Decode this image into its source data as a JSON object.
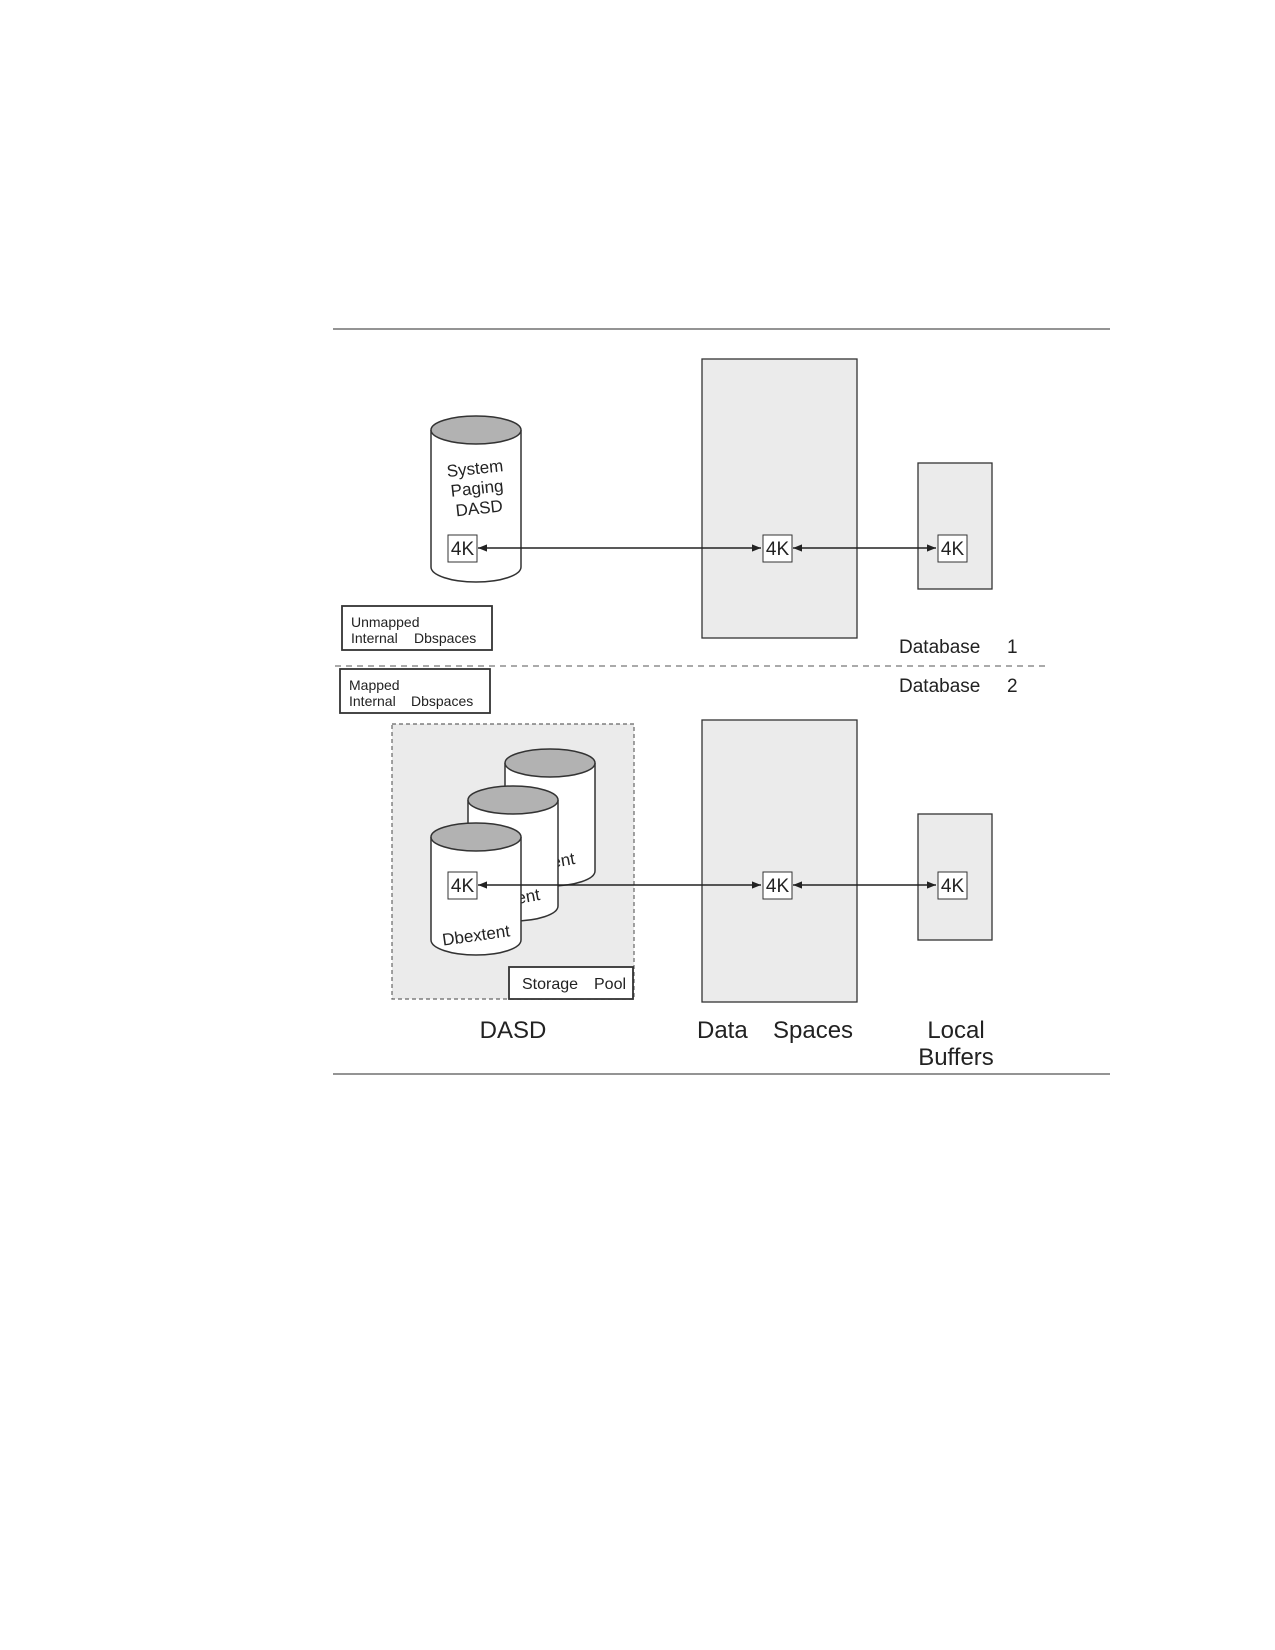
{
  "block_label": "4K",
  "colors": {
    "shade": "#ebebeb",
    "cap": "#b2b2b2",
    "stroke": "#333333"
  },
  "database1": {
    "label": "Database",
    "number": "1",
    "paging_dasd": {
      "line1": "System",
      "line2": "Paging",
      "line3": "DASD"
    },
    "dbspaces_box": {
      "line1": "Unmapped",
      "line2a": "Internal",
      "line2b": "Dbspaces"
    }
  },
  "database2": {
    "label": "Database",
    "number": "2",
    "dbspaces_box": {
      "line1": "Mapped",
      "line2a": "Internal",
      "line2b": "Dbspaces"
    },
    "storage_pool": {
      "word1": "Storage",
      "word2": "Pool"
    },
    "cylinders": {
      "front": "Dbextent",
      "middle": "ent",
      "back": "ent"
    }
  },
  "columns": {
    "dasd": "DASD",
    "data_spaces": {
      "word1": "Data",
      "word2": "Spaces"
    },
    "local_buffers": {
      "line1": "Local",
      "line2": "Buffers"
    }
  }
}
